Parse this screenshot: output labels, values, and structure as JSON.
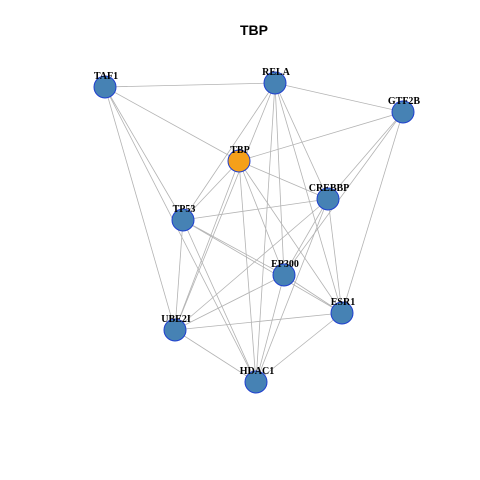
{
  "title": "TBP",
  "colors": {
    "focus_node_fill": "#f5a01a",
    "node_fill": "#4682b4",
    "node_border": "#1f3fcf",
    "edge": "#b3b3b3"
  },
  "nodes": [
    {
      "id": "TAF1",
      "label": "TAF1",
      "focus": false
    },
    {
      "id": "RELA",
      "label": "RELA",
      "focus": false
    },
    {
      "id": "GTF2B",
      "label": "GTF2B",
      "focus": false
    },
    {
      "id": "TBP",
      "label": "TBP",
      "focus": true
    },
    {
      "id": "CREBBP",
      "label": "CREBBP",
      "focus": false
    },
    {
      "id": "TP53",
      "label": "TP53",
      "focus": false
    },
    {
      "id": "EP300",
      "label": "EP300",
      "focus": false
    },
    {
      "id": "ESR1",
      "label": "ESR1",
      "focus": false
    },
    {
      "id": "UBE2I",
      "label": "UBE2I",
      "focus": false
    },
    {
      "id": "HDAC1",
      "label": "HDAC1",
      "focus": false
    }
  ],
  "edges": [
    [
      "TAF1",
      "RELA"
    ],
    [
      "TAF1",
      "TBP"
    ],
    [
      "TAF1",
      "TP53"
    ],
    [
      "TAF1",
      "UBE2I"
    ],
    [
      "TAF1",
      "HDAC1"
    ],
    [
      "RELA",
      "GTF2B"
    ],
    [
      "RELA",
      "TP53"
    ],
    [
      "RELA",
      "CREBBP"
    ],
    [
      "RELA",
      "EP300"
    ],
    [
      "RELA",
      "ESR1"
    ],
    [
      "RELA",
      "UBE2I"
    ],
    [
      "RELA",
      "HDAC1"
    ],
    [
      "GTF2B",
      "TBP"
    ],
    [
      "GTF2B",
      "CREBBP"
    ],
    [
      "GTF2B",
      "EP300"
    ],
    [
      "GTF2B",
      "ESR1"
    ],
    [
      "TBP",
      "CREBBP"
    ],
    [
      "TBP",
      "TP53"
    ],
    [
      "TBP",
      "EP300"
    ],
    [
      "TBP",
      "ESR1"
    ],
    [
      "TBP",
      "UBE2I"
    ],
    [
      "TBP",
      "HDAC1"
    ],
    [
      "CREBBP",
      "TP53"
    ],
    [
      "CREBBP",
      "EP300"
    ],
    [
      "CREBBP",
      "ESR1"
    ],
    [
      "CREBBP",
      "UBE2I"
    ],
    [
      "CREBBP",
      "HDAC1"
    ],
    [
      "TP53",
      "EP300"
    ],
    [
      "TP53",
      "ESR1"
    ],
    [
      "TP53",
      "UBE2I"
    ],
    [
      "TP53",
      "HDAC1"
    ],
    [
      "EP300",
      "ESR1"
    ],
    [
      "EP300",
      "UBE2I"
    ],
    [
      "EP300",
      "HDAC1"
    ],
    [
      "ESR1",
      "UBE2I"
    ],
    [
      "ESR1",
      "HDAC1"
    ],
    [
      "UBE2I",
      "HDAC1"
    ]
  ]
}
